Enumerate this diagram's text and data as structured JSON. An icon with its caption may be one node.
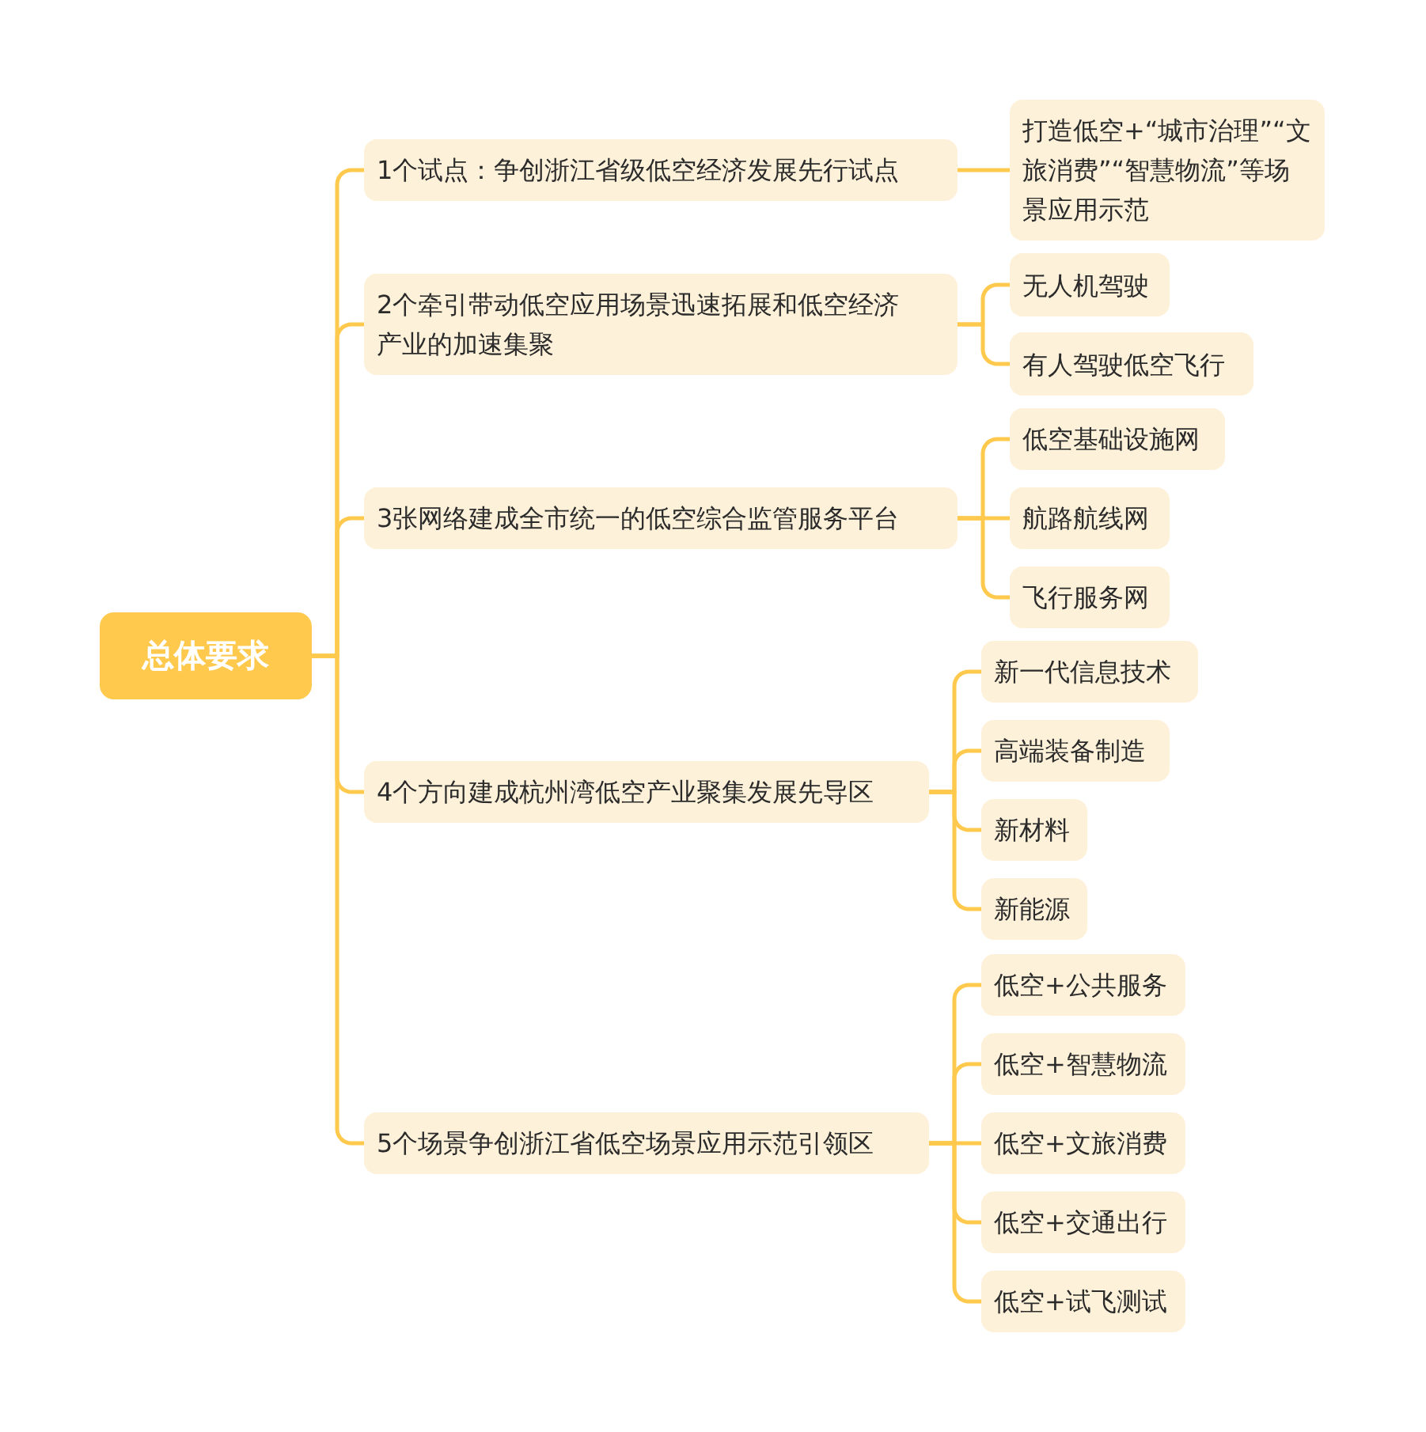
{
  "diagram": {
    "nodes": [
      {
        "text": [
          "总体要求"
        ]
      },
      {
        "text": [
          "1个试点：争创浙江省级低空经济发展先行试点"
        ]
      },
      {
        "text": [
          "2个牵引带动低空应用场景迅速拓展和低空经济产业的加速集聚"
        ]
      },
      {
        "text": [
          "3张网络建成全市统一的低空综合监管服务平台"
        ]
      },
      {
        "text": [
          "4个方向建成杭州湾低空产业聚集发展先导区"
        ]
      },
      {
        "text": [
          "5个场景争创浙江省低空场景应用示范引领区"
        ]
      },
      {
        "text": [
          "打造低空+“城市治理”“文旅消费”“智慧物流”等场景应用示范"
        ]
      },
      {
        "text": [
          "无人机驾驶"
        ]
      },
      {
        "text": [
          "有人驾驶低空飞行"
        ]
      },
      {
        "text": [
          "低空基础设施网"
        ]
      },
      {
        "text": [
          "航路航线网"
        ]
      },
      {
        "text": [
          "飞行服务网"
        ]
      },
      {
        "text": [
          "新一代信息技术"
        ]
      },
      {
        "text": [
          "高端装备制造"
        ]
      },
      {
        "text": [
          "新材料"
        ]
      },
      {
        "text": [
          "新能源"
        ]
      },
      {
        "text": [
          "低空+公共服务"
        ]
      },
      {
        "text": [
          "低空+智慧物流"
        ]
      },
      {
        "text": [
          "低空+文旅消费"
        ]
      },
      {
        "text": [
          "低空+交通出行"
        ]
      },
      {
        "text": [
          "低空+试飞测试"
        ]
      }
    ],
    "edges": [
      {
        "from": 0,
        "to": 1,
        "arrow": "none"
      },
      {
        "from": 0,
        "to": 2,
        "arrow": "none"
      },
      {
        "from": 0,
        "to": 3,
        "arrow": "none"
      },
      {
        "from": 0,
        "to": 4,
        "arrow": "none"
      },
      {
        "from": 0,
        "to": 5,
        "arrow": "none"
      },
      {
        "from": 1,
        "to": 6,
        "arrow": "none"
      },
      {
        "from": 2,
        "to": 7,
        "arrow": "none"
      },
      {
        "from": 2,
        "to": 8,
        "arrow": "none"
      },
      {
        "from": 3,
        "to": 9,
        "arrow": "none"
      },
      {
        "from": 3,
        "to": 10,
        "arrow": "none"
      },
      {
        "from": 3,
        "to": 11,
        "arrow": "none"
      },
      {
        "from": 4,
        "to": 12,
        "arrow": "none"
      },
      {
        "from": 4,
        "to": 13,
        "arrow": "none"
      },
      {
        "from": 4,
        "to": 14,
        "arrow": "none"
      },
      {
        "from": 4,
        "to": 15,
        "arrow": "none"
      },
      {
        "from": 5,
        "to": 16,
        "arrow": "none"
      },
      {
        "from": 5,
        "to": 17,
        "arrow": "none"
      },
      {
        "from": 5,
        "to": 18,
        "arrow": "none"
      },
      {
        "from": 5,
        "to": 19,
        "arrow": "none"
      },
      {
        "from": 5,
        "to": 20,
        "arrow": "none"
      }
    ]
  }
}
